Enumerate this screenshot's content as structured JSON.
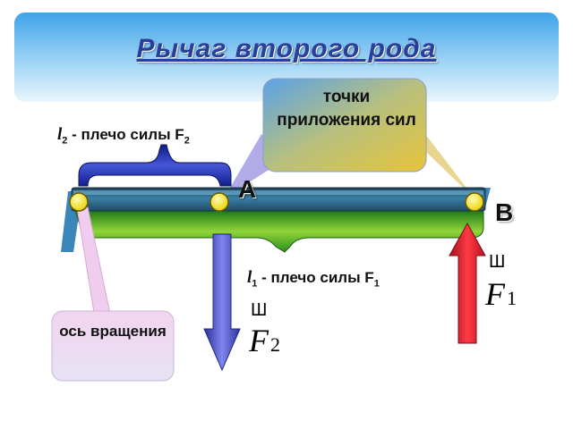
{
  "title": "Рычаг второго рода",
  "labels": {
    "application_points": "точки приложения сил",
    "rotation_axis": "ось вращения",
    "point_a": "A",
    "point_b": "B"
  },
  "arm2": {
    "symbol": "l",
    "index": "2",
    "text": " - плечо силы F",
    "force_index": "2"
  },
  "arm1": {
    "symbol": "l",
    "index": "1",
    "text": " - плечо силы F",
    "force_index": "1"
  },
  "forces": {
    "f1": {
      "letter": "F",
      "index": "1",
      "vector_mark": "Ш"
    },
    "f2": {
      "letter": "F",
      "index": "2",
      "vector_mark": "Ш"
    }
  },
  "colors": {
    "title": "#2a3f9a",
    "lever": "#2d6c8c",
    "force_f1": "#d81b2a",
    "force_f2": "#3f48c8",
    "pivot_dot": "#f0e000"
  }
}
